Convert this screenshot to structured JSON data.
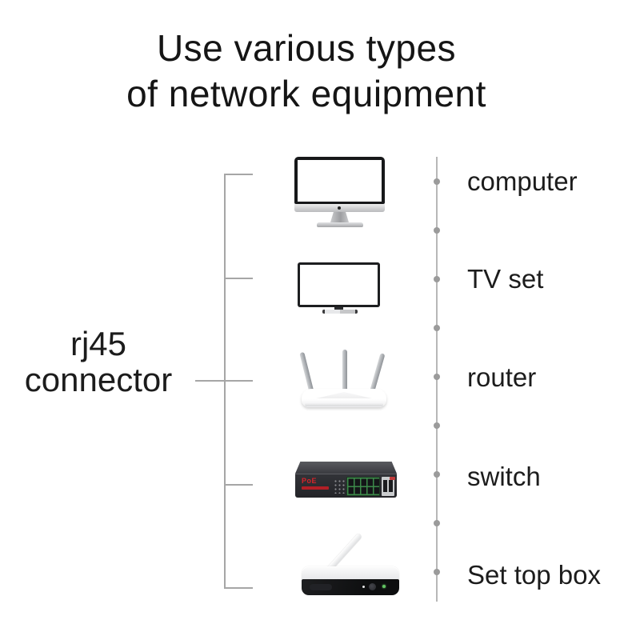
{
  "title": {
    "line1": "Use various types",
    "line2": "of network equipment"
  },
  "left_label": {
    "line1": "rj45",
    "line2": "connector"
  },
  "devices": [
    {
      "id": "computer",
      "label": "computer"
    },
    {
      "id": "tv-set",
      "label": "TV set"
    },
    {
      "id": "router",
      "label": "router"
    },
    {
      "id": "switch",
      "label": "switch",
      "front_text": "PoE"
    },
    {
      "id": "set-top-box",
      "label": "Set top box"
    }
  ],
  "colors": {
    "text": "#1a1a1a",
    "bracket_line": "#a6a6a6",
    "guide_line": "#b7b7b7",
    "guide_dot": "#9b9b9b",
    "poe_red": "#d6242a",
    "led_green": "#62c462"
  }
}
